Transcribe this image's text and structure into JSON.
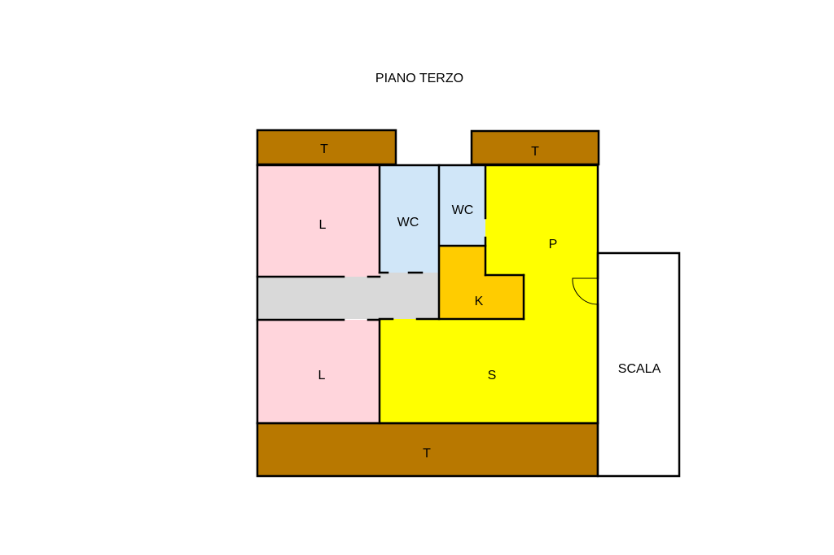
{
  "title": "PIANO TERZO",
  "rooms": {
    "terrace_top_left": "T",
    "terrace_top_right": "T",
    "terrace_bottom": "T",
    "bedroom_top": "L",
    "bedroom_bottom": "L",
    "wc_left": "WC",
    "wc_right": "WC",
    "kitchen": "K",
    "entrance": "P",
    "living": "S",
    "stairs": "SCALA"
  },
  "colors": {
    "terrace": "#b87800",
    "bedroom": "#ffd5dc",
    "bathroom": "#d0e6f8",
    "kitchen": "#ffcc00",
    "living": "#ffff00",
    "hallway": "#d9d9d9",
    "stairs": "#ffffff",
    "walls": "#000000"
  }
}
